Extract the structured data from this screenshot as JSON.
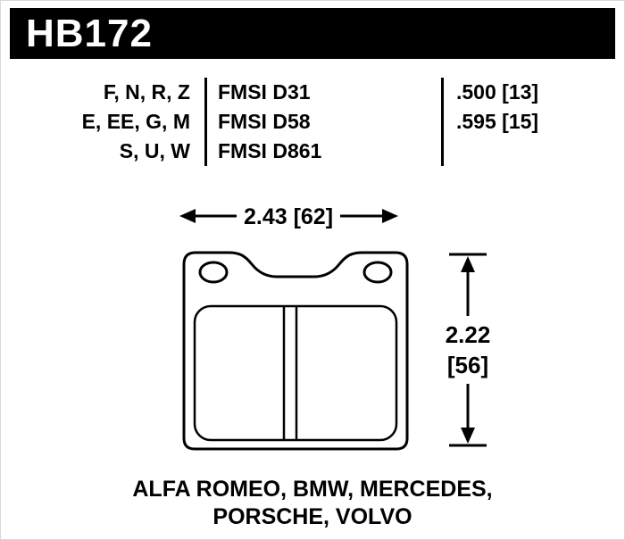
{
  "page": {
    "part_number": "HB172",
    "colors": {
      "header_bg": "#000000",
      "header_text": "#ffffff",
      "line_color": "#000000",
      "page_bg": "#ffffff"
    }
  },
  "spec_table": {
    "rows": [
      {
        "compounds": "F, N, R, Z",
        "fmsi": "FMSI D31",
        "thickness": ".500 [13]"
      },
      {
        "compounds": "E, EE, G, M",
        "fmsi": "FMSI D58",
        "thickness": ".595 [15]"
      },
      {
        "compounds": "S, U, W",
        "fmsi": "FMSI D861",
        "thickness": ""
      }
    ]
  },
  "dimensions": {
    "width_label": "2.43 [62]",
    "height_label_line1": "2.22",
    "height_label_line2": "[56]"
  },
  "applications": {
    "line1": "ALFA ROMEO, BMW, MERCEDES,",
    "line2": "PORSCHE, VOLVO"
  }
}
